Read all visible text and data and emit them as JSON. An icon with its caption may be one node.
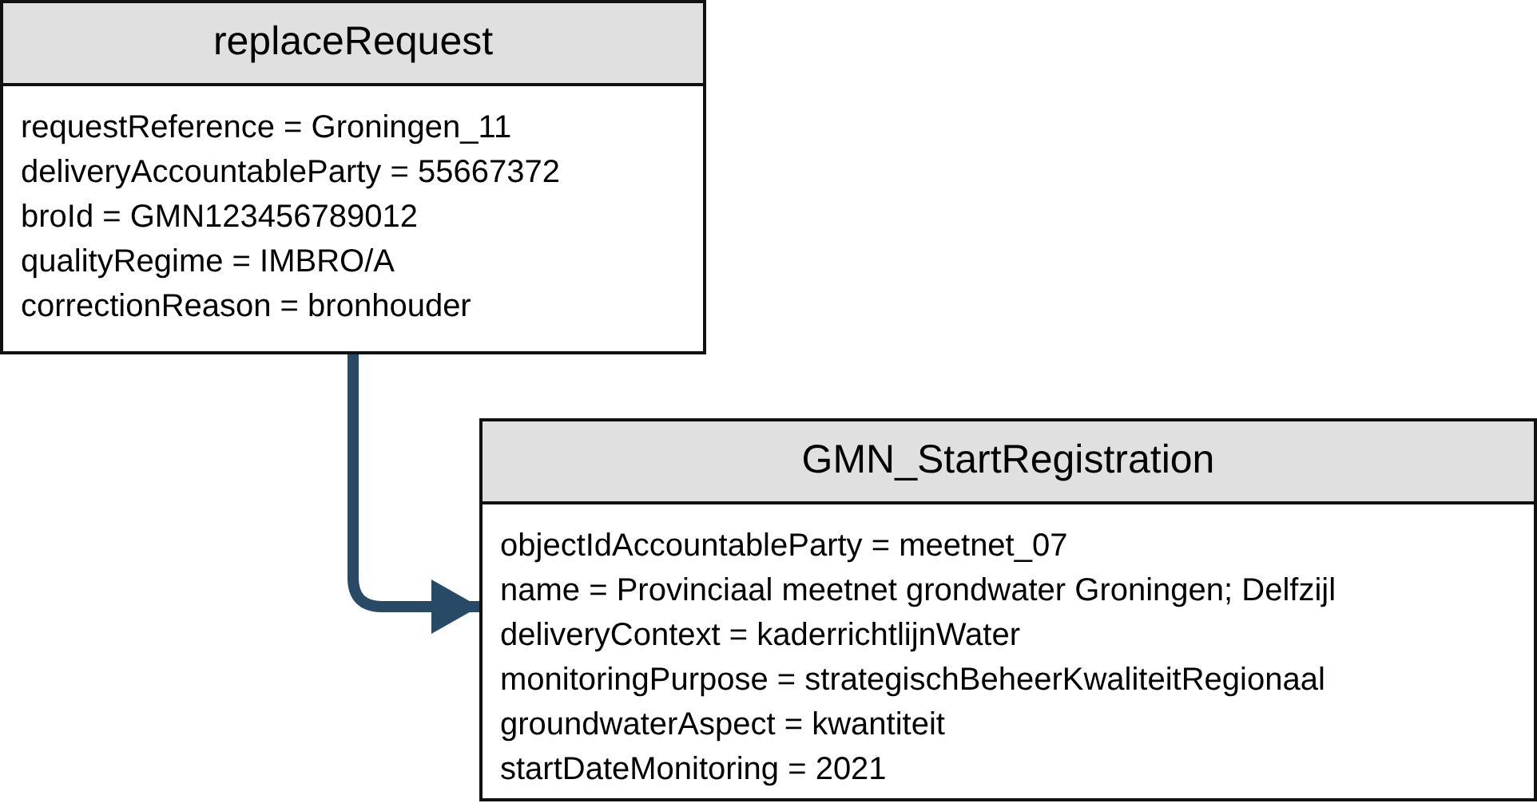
{
  "diagram": {
    "nodes": [
      {
        "text": [
          "replaceRequest",
          "requestReference = Groningen_11",
          "deliveryAccountableParty = 55667372",
          "broId = GMN123456789012",
          "qualityRegime = IMBRO/A",
          "correctionReason = bronhouder"
        ]
      },
      {
        "text": [
          "GMN_StartRegistration",
          "objectIdAccountableParty = meetnet_07",
          "name = Provinciaal meetnet grondwater Groningen; Delfzijl",
          "deliveryContext = kaderrichtlijnWater",
          "monitoringPurpose = strategischBeheerKwaliteitRegionaal",
          "groundwaterAspect = kwantiteit",
          "startDateMonitoring = 2021"
        ]
      }
    ],
    "edges": [
      {
        "from": 0,
        "to": 1,
        "arrow": "to"
      }
    ]
  }
}
